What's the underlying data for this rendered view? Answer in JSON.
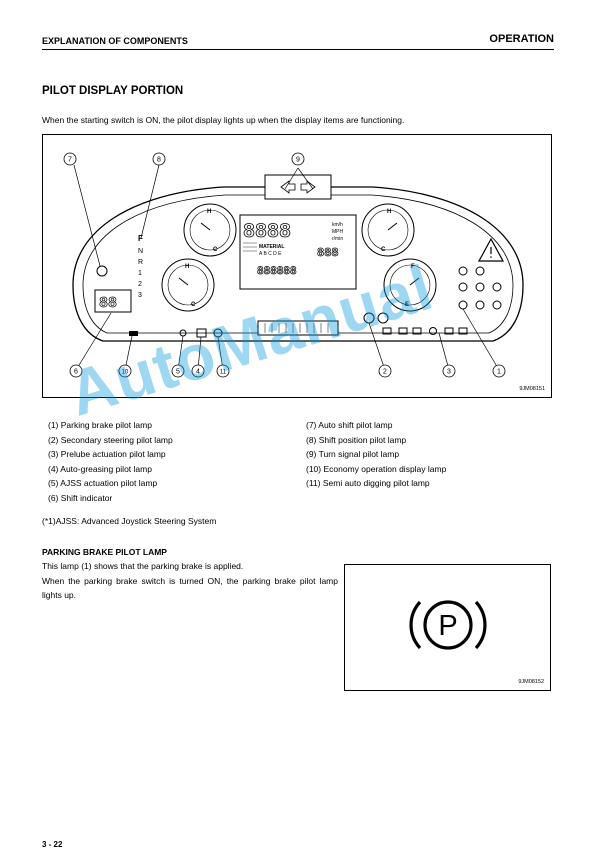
{
  "header": {
    "left": "EXPLANATION OF COMPONENTS",
    "right": "OPERATION"
  },
  "section_title": "PILOT DISPLAY PORTION",
  "intro": "When the starting switch is ON, the pilot display lights up when the display items are functioning.",
  "figure1": {
    "id": "9JM08151",
    "callouts": [
      "1",
      "2",
      "3",
      "4",
      "5",
      "6",
      "7",
      "8",
      "9",
      "10",
      "11"
    ],
    "display": {
      "top_digits": "8888",
      "units": [
        "km/h",
        "MPH",
        "r/min"
      ],
      "material_label": "MATERIAL",
      "letters": "A B C D E",
      "small_digits": "888",
      "bottom_digits": "888888",
      "shift_letters": [
        "F",
        "N",
        "R"
      ],
      "shift_numbers": [
        "1",
        "2",
        "3"
      ],
      "gear_digits": "88",
      "gauge_marks": [
        "H",
        "C",
        "F",
        "E"
      ]
    }
  },
  "legend": {
    "left": [
      "(1)  Parking brake pilot lamp",
      "(2)  Secondary steering pilot lamp",
      "(3)  Prelube actuation pilot lamp",
      "(4)  Auto-greasing pilot lamp",
      "(5)  AJSS actuation pilot lamp",
      "(6)  Shift indicator"
    ],
    "right": [
      "(7)  Auto shift pilot lamp",
      "(8)  Shift position pilot lamp",
      "(9)  Turn signal pilot lamp",
      "(10) Economy operation display lamp",
      "(11) Semi auto digging pilot lamp"
    ]
  },
  "footnote": "(*1)AJSS: Advanced Joystick Steering System",
  "parking": {
    "title": "PARKING BRAKE PILOT LAMP",
    "lines": [
      "This lamp (1) shows that the parking brake is applied.",
      "When the parking brake switch is turned ON, the parking brake pilot lamp lights up."
    ],
    "figure_id": "9JM08152",
    "symbol": "P"
  },
  "watermark": "AutoManual",
  "page_number": "3 - 22"
}
